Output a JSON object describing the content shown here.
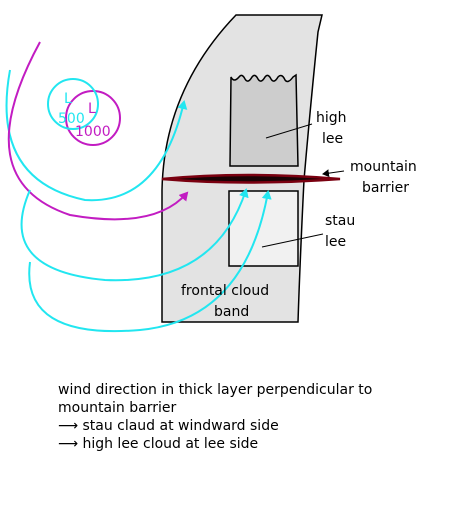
{
  "labels": {
    "pressure_low_500": "L",
    "pressure_value_500": "500",
    "pressure_low_1000": "L",
    "pressure_value_1000": "1000",
    "high_lee": [
      "high",
      "lee"
    ],
    "mountain_barrier": [
      "mountain",
      "barrier"
    ],
    "stau_lee": [
      "stau",
      "lee"
    ],
    "frontal_cloud_band": [
      "frontal cloud",
      "band"
    ]
  },
  "caption": {
    "line1": "wind direction in thick layer perpendicular to",
    "line2": "mountain barrier",
    "line3": "stau claud at windward side",
    "line4": "high lee cloud at lee side",
    "arrow_icon": "long-right-arrow-icon"
  },
  "colors": {
    "cyan": "#22e6f0",
    "magenta": "#c21cc2",
    "cloud_band": "#e3e3e3",
    "high_lee_cloud": "#cdcdcd",
    "stau_cloud": "#f1f1f1",
    "barrier_outline": "#7a0010"
  }
}
